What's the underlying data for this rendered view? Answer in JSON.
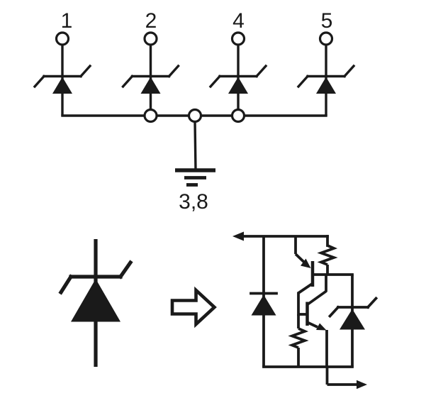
{
  "colors": {
    "ink": "#1a1a1a",
    "background": "#ffffff"
  },
  "schematic": {
    "pin_labels": [
      "1",
      "2",
      "4",
      "5"
    ],
    "ground_label": "3,8"
  },
  "symbols": {
    "pin_device": "tvs-zener-diode",
    "ground": "earth-ground",
    "legend_left_symbol": "tvs-zener-diode",
    "legend_arrow": "block-arrow-right",
    "equivalent_circuit_components": [
      "steering-diode",
      "pnp-transistor",
      "npn-transistor",
      "resistor",
      "resistor",
      "zener-diode"
    ]
  }
}
